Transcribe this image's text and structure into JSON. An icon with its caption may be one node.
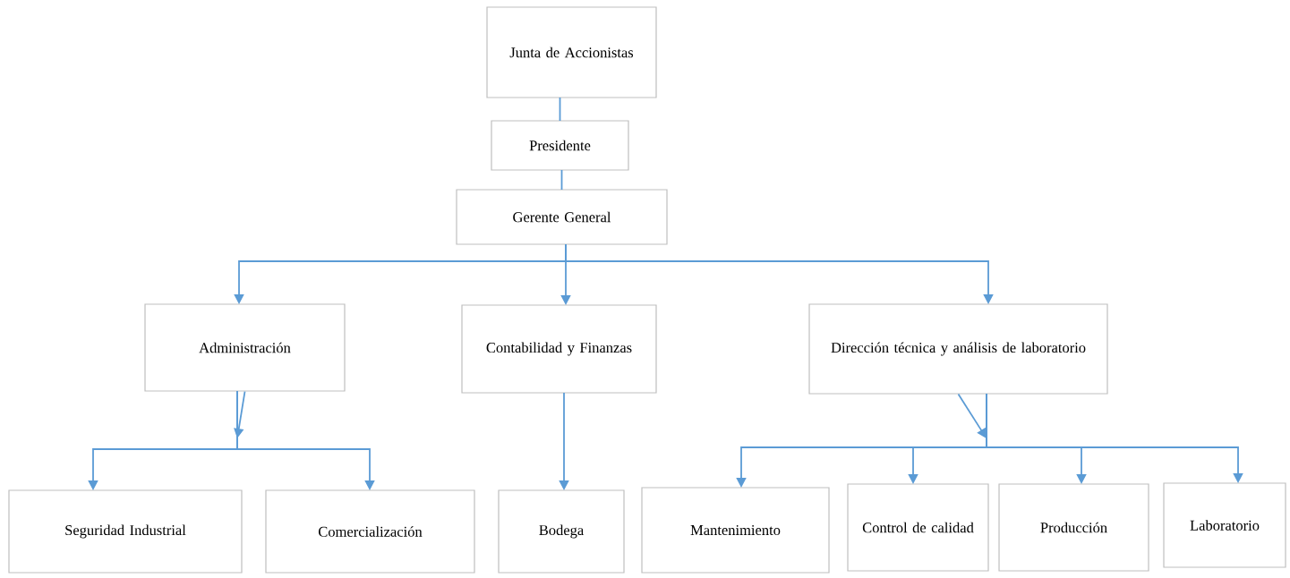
{
  "diagram": {
    "nodes": [
      {
        "text": [
          "Junta de Accionistas"
        ]
      },
      {
        "text": [
          "Presidente"
        ]
      },
      {
        "text": [
          "Gerente General"
        ]
      },
      {
        "text": [
          "Administración"
        ]
      },
      {
        "text": [
          "Contabilidad y Finanzas"
        ]
      },
      {
        "text": [
          "Dirección técnica y análisis de laboratorio"
        ]
      },
      {
        "text": [
          "Seguridad Industrial"
        ]
      },
      {
        "text": [
          "Comercialización"
        ]
      },
      {
        "text": [
          "Bodega"
        ]
      },
      {
        "text": [
          "Mantenimiento"
        ]
      },
      {
        "text": [
          "Control de calidad"
        ]
      },
      {
        "text": [
          "Producción"
        ]
      },
      {
        "text": [
          "Laboratorio"
        ]
      }
    ],
    "edges": [
      {
        "from": 0,
        "to": 1,
        "arrow": "none"
      },
      {
        "from": 1,
        "to": 2,
        "arrow": "none"
      },
      {
        "from": 2,
        "to": 3,
        "arrow": "to"
      },
      {
        "from": 2,
        "to": 4,
        "arrow": "to"
      },
      {
        "from": 2,
        "to": 5,
        "arrow": "to"
      },
      {
        "from": 3,
        "to": 6,
        "arrow": "to"
      },
      {
        "from": 3,
        "to": 7,
        "arrow": "to"
      },
      {
        "from": 4,
        "to": 8,
        "arrow": "to"
      },
      {
        "from": 5,
        "to": 9,
        "arrow": "to"
      },
      {
        "from": 5,
        "to": 10,
        "arrow": "to"
      },
      {
        "from": 5,
        "to": 11,
        "arrow": "to"
      },
      {
        "from": 5,
        "to": 12,
        "arrow": "to"
      }
    ]
  }
}
